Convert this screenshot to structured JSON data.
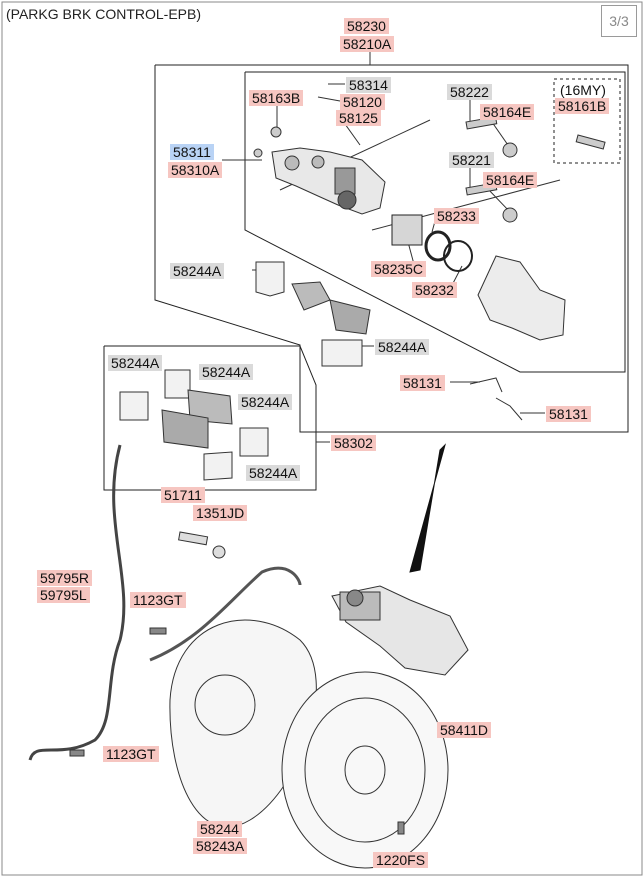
{
  "header": {
    "title": "(PARKG BRK CONTROL-EPB)",
    "page": "3/3"
  },
  "parts": [
    {
      "id": "58230",
      "style": "red"
    },
    {
      "id": "58210A",
      "style": "red"
    },
    {
      "id": "58314",
      "style": "gray"
    },
    {
      "id": "58163B",
      "style": "red"
    },
    {
      "id": "58120",
      "style": "red"
    },
    {
      "id": "58125",
      "style": "red"
    },
    {
      "id": "58222",
      "style": "gray"
    },
    {
      "id": "58164E",
      "style": "red"
    },
    {
      "id": "(16MY)",
      "style": "plain"
    },
    {
      "id": "58161B",
      "style": "red"
    },
    {
      "id": "58311",
      "style": "blue"
    },
    {
      "id": "58310A",
      "style": "red"
    },
    {
      "id": "58221",
      "style": "gray"
    },
    {
      "id": "58164E",
      "style": "red"
    },
    {
      "id": "58233",
      "style": "red"
    },
    {
      "id": "58244A",
      "style": "gray"
    },
    {
      "id": "58235C",
      "style": "red"
    },
    {
      "id": "58232",
      "style": "red"
    },
    {
      "id": "58244A",
      "style": "gray"
    },
    {
      "id": "58131",
      "style": "red"
    },
    {
      "id": "58244A",
      "style": "gray"
    },
    {
      "id": "58244A",
      "style": "gray"
    },
    {
      "id": "58131",
      "style": "red"
    },
    {
      "id": "58244A",
      "style": "gray"
    },
    {
      "id": "58302",
      "style": "red"
    },
    {
      "id": "58244A",
      "style": "gray"
    },
    {
      "id": "51711",
      "style": "red"
    },
    {
      "id": "1351JD",
      "style": "red"
    },
    {
      "id": "59795R",
      "style": "red"
    },
    {
      "id": "59795L",
      "style": "red"
    },
    {
      "id": "1123GT",
      "style": "red"
    },
    {
      "id": "58411D",
      "style": "red"
    },
    {
      "id": "1123GT",
      "style": "red"
    },
    {
      "id": "58244",
      "style": "red"
    },
    {
      "id": "58243A",
      "style": "red"
    },
    {
      "id": "1220FS",
      "style": "red"
    }
  ]
}
